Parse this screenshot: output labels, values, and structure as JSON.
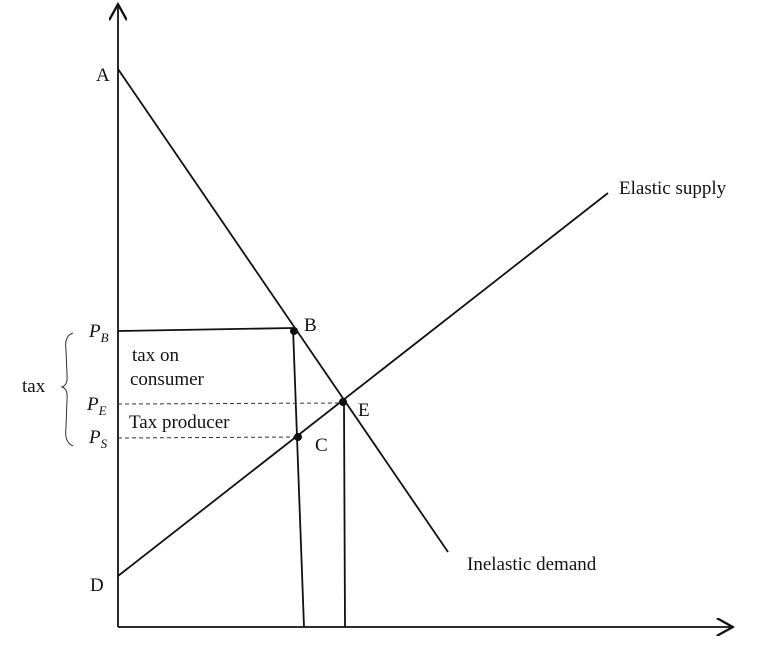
{
  "points": {
    "A": "A",
    "B": "B",
    "C": "C",
    "D": "D",
    "E": "E"
  },
  "price_labels": {
    "pb_main": "P",
    "pb_sub": "B",
    "pe_main": "P",
    "pe_sub": "E",
    "ps_main": "P",
    "ps_sub": "S"
  },
  "tax_label": "tax",
  "tax_on_consumer_line1": "tax on",
  "tax_on_consumer_line2": "consumer",
  "tax_producer": "Tax producer",
  "supply_label": "Elastic supply",
  "demand_label": "Inelastic demand"
}
